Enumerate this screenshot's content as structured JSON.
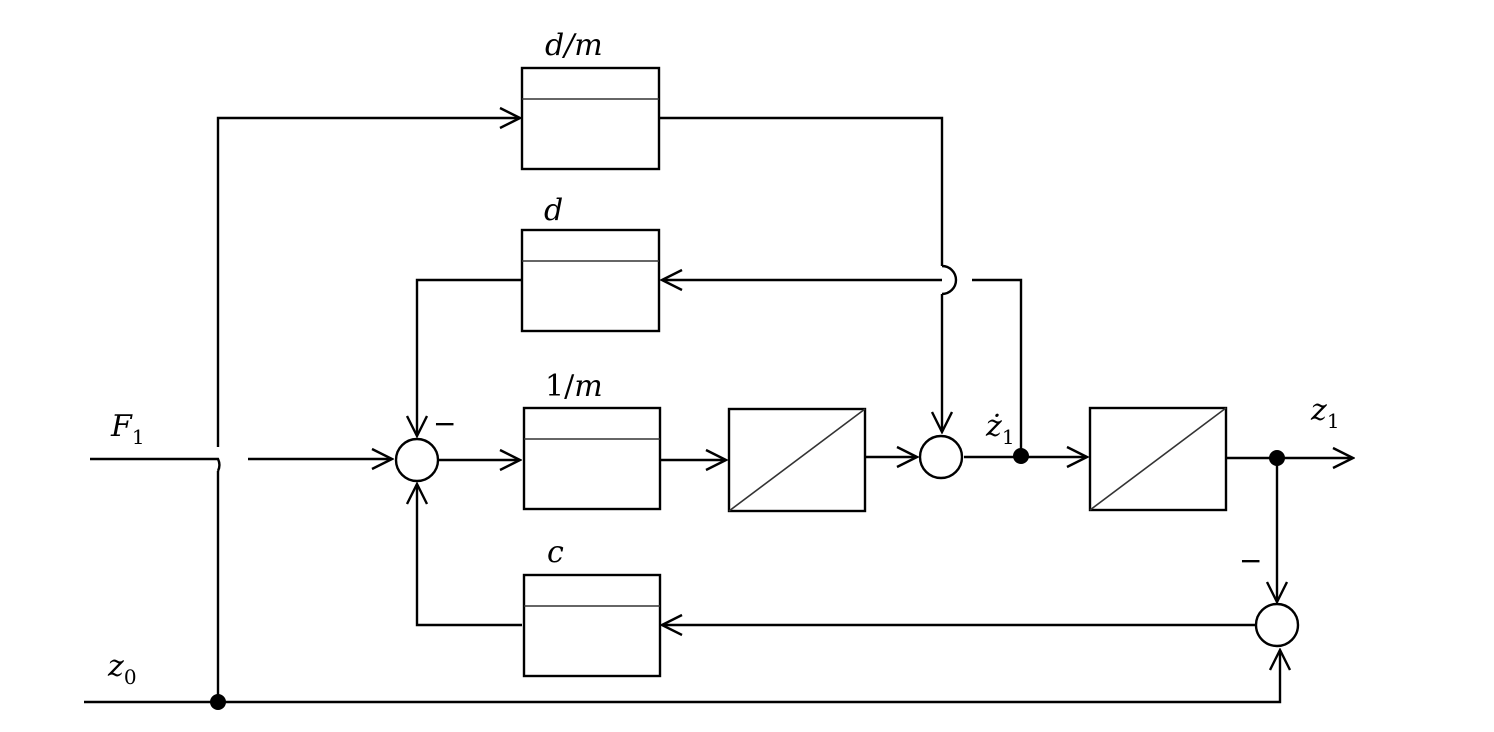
{
  "diagram": {
    "blocks": {
      "d_over_m": {
        "label": "d/m"
      },
      "d": {
        "label": "d"
      },
      "one_over_m": {
        "label_num": "1/",
        "label_var": "m"
      },
      "integrator_1": {
        "kind": "integrator"
      },
      "integrator_2": {
        "kind": "integrator"
      },
      "c": {
        "label": "c"
      }
    },
    "signals": {
      "F1": {
        "base": "F",
        "sub": "1"
      },
      "z0": {
        "base": "z",
        "sub": "0"
      },
      "z1_dot": {
        "base": "ż",
        "sub": "1"
      },
      "z1": {
        "base": "z",
        "sub": "1"
      }
    },
    "signs": {
      "sum1_minus": "−",
      "sum3_minus": "−"
    }
  }
}
